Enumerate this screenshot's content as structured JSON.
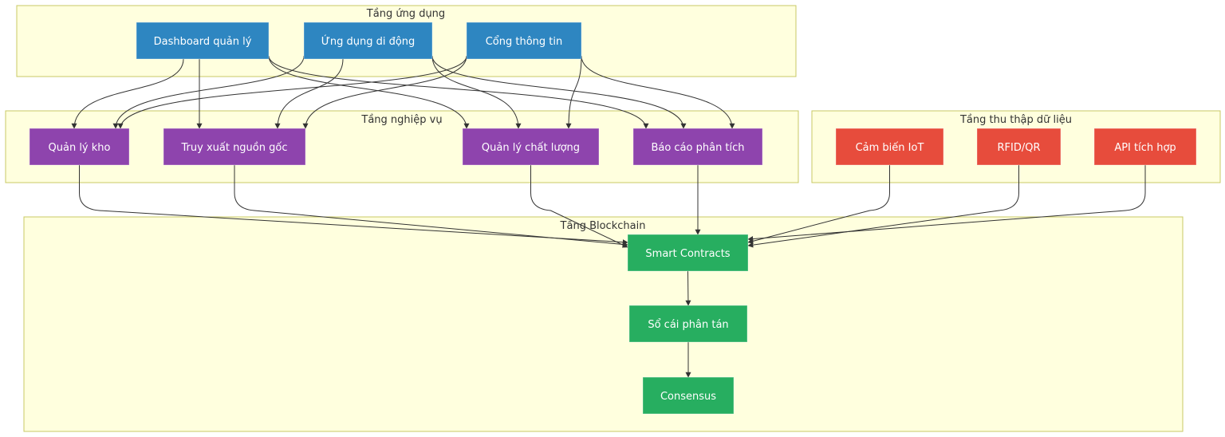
{
  "clusters": {
    "app": "Tầng ứng dụng",
    "business": "Tầng nghiệp vụ",
    "data": "Tầng thu thập dữ liệu",
    "blockchain": "Tầng Blockchain"
  },
  "nodes": {
    "dashboard": "Dashboard quản lý",
    "mobile": "Ứng dụng di động",
    "portal": "Cổng thông tin",
    "warehouse": "Quản lý kho",
    "trace": "Truy xuất nguồn gốc",
    "quality": "Quản lý chất lượng",
    "report": "Báo cáo phân tích",
    "iot": "Cảm biến IoT",
    "rfid": "RFID/QR",
    "api": "API tích hợp",
    "smart": "Smart Contracts",
    "ledger": "Sổ cái phân tán",
    "consensus": "Consensus"
  },
  "edges": [
    [
      "dashboard",
      "warehouse"
    ],
    [
      "dashboard",
      "trace"
    ],
    [
      "dashboard",
      "quality"
    ],
    [
      "dashboard",
      "report"
    ],
    [
      "mobile",
      "warehouse"
    ],
    [
      "mobile",
      "trace"
    ],
    [
      "mobile",
      "quality"
    ],
    [
      "mobile",
      "report"
    ],
    [
      "portal",
      "warehouse"
    ],
    [
      "portal",
      "trace"
    ],
    [
      "portal",
      "quality"
    ],
    [
      "portal",
      "report"
    ],
    [
      "warehouse",
      "smart"
    ],
    [
      "trace",
      "smart"
    ],
    [
      "quality",
      "smart"
    ],
    [
      "report",
      "smart"
    ],
    [
      "iot",
      "smart"
    ],
    [
      "rfid",
      "smart"
    ],
    [
      "api",
      "smart"
    ],
    [
      "smart",
      "ledger"
    ],
    [
      "ledger",
      "consensus"
    ]
  ],
  "colors": {
    "app": "#2e86c1",
    "business": "#8e44ad",
    "data": "#e74c3c",
    "blockchain": "#27ae60"
  }
}
